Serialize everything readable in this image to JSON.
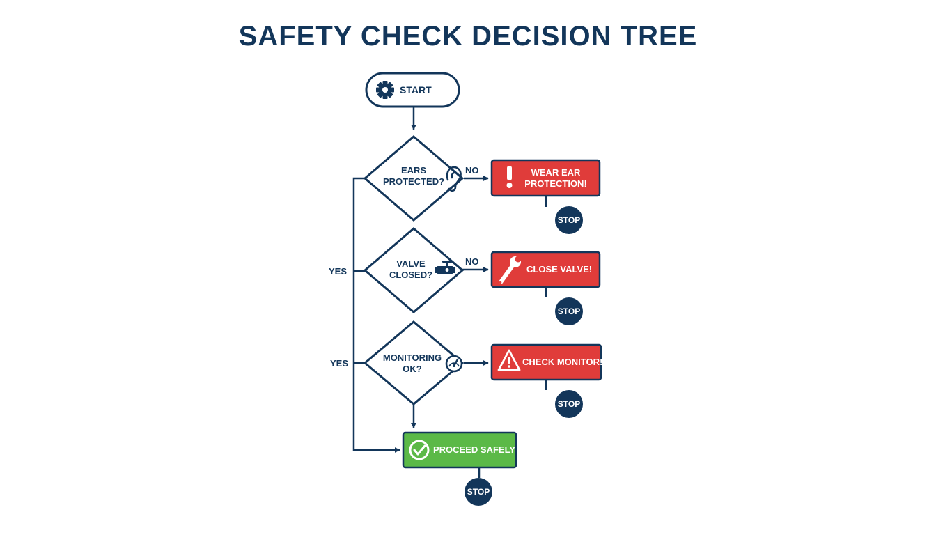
{
  "title": "SAFETY CHECK DECISION TREE",
  "colors": {
    "navy": "#13365a",
    "red": "#e03c3a",
    "green": "#5bb947",
    "white": "#ffffff"
  },
  "start": {
    "label": "START",
    "icon": "gear-icon"
  },
  "decisions": [
    {
      "id": "ears",
      "line1": "EARS",
      "line2": "PROTECTED?",
      "icon": "ear-icon",
      "no_label": "NO",
      "yes_label": "",
      "action": {
        "label_line1": "WEAR EAR",
        "label_line2": "PROTECTION!",
        "icon": "exclamation-icon"
      },
      "stop": "STOP"
    },
    {
      "id": "valve",
      "line1": "VALVE",
      "line2": "CLOSED?",
      "icon": "valve-icon",
      "no_label": "NO",
      "yes_label": "YES",
      "action": {
        "label_line1": "CLOSE VALVE!",
        "label_line2": "",
        "icon": "wrench-icon"
      },
      "stop": "STOP"
    },
    {
      "id": "monitoring",
      "line1": "MONITORING",
      "line2": "OK?",
      "icon": "gauge-icon",
      "no_label": "",
      "yes_label": "YES",
      "action": {
        "label_line1": "CHECK MONITOR!",
        "label_line2": "",
        "icon": "warning-icon"
      },
      "stop": "STOP"
    }
  ],
  "proceed": {
    "label": "PROCEED SAFELY",
    "icon": "check-circle-icon",
    "stop": "STOP"
  }
}
